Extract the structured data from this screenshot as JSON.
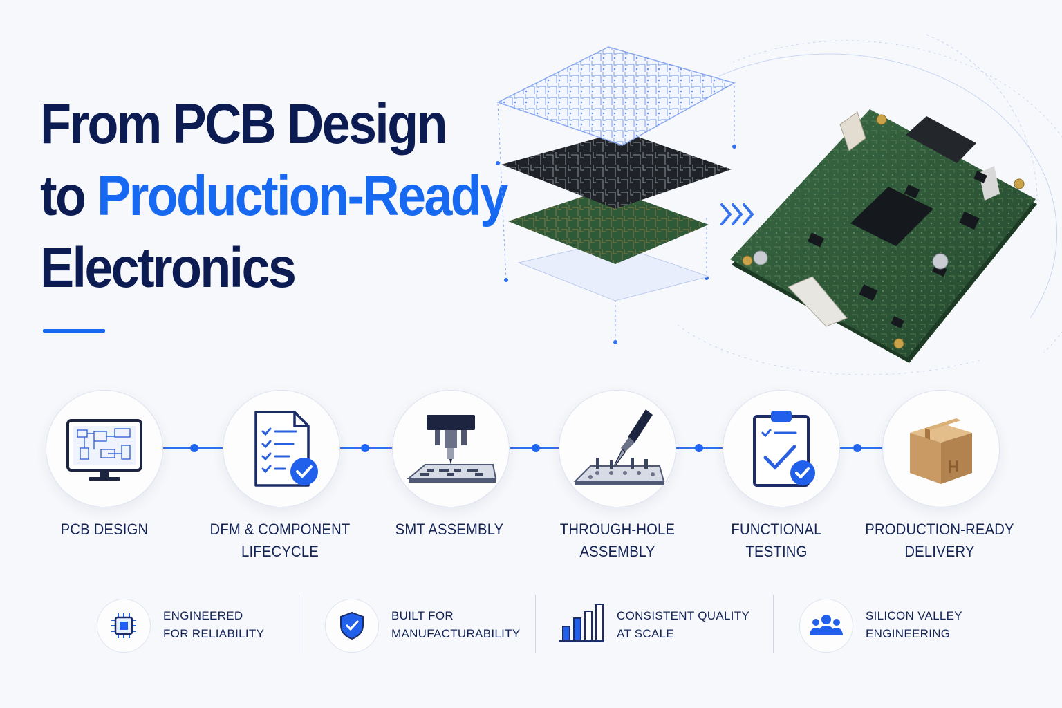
{
  "headline": {
    "line1": "From PCB Design",
    "line2_prefix": "to ",
    "line2_accent": "Production-Ready",
    "line3": "Electronics"
  },
  "colors": {
    "navy": "#0c1c52",
    "accent_blue": "#1769f2",
    "board_green": "#2f5a3a",
    "box_brown": "#c99a63"
  },
  "hero": {
    "layers_icon": "exploded-pcb-layers",
    "arrow_icon": "triple-chevron-right-icon",
    "board_icon": "assembled-pcb-board"
  },
  "steps": [
    {
      "icon": "monitor-schematic-icon",
      "label_line1": "PCB DESIGN",
      "label_line2": ""
    },
    {
      "icon": "checklist-document-icon",
      "label_line1": "DFM & COMPONENT",
      "label_line2": "LIFECYCLE"
    },
    {
      "icon": "pick-and-place-icon",
      "label_line1": "SMT ASSEMBLY",
      "label_line2": ""
    },
    {
      "icon": "soldering-iron-icon",
      "label_line1": "THROUGH-HOLE",
      "label_line2": "ASSEMBLY"
    },
    {
      "icon": "clipboard-check-icon",
      "label_line1": "FUNCTIONAL",
      "label_line2": "TESTING"
    },
    {
      "icon": "cardboard-box-icon",
      "label_line1": "PRODUCTION-READY",
      "label_line2": "DELIVERY"
    }
  ],
  "features": [
    {
      "icon": "chip-icon",
      "line1": "ENGINEERED",
      "line2": "FOR RELIABILITY"
    },
    {
      "icon": "shield-check-icon",
      "line1": "BUILT FOR",
      "line2": "MANUFACTURABILITY"
    },
    {
      "icon": "bar-chart-icon",
      "line1": "CONSISTENT QUALITY",
      "line2": "AT SCALE"
    },
    {
      "icon": "team-icon",
      "line1": "SILICON VALLEY",
      "line2": "ENGINEERING"
    }
  ]
}
